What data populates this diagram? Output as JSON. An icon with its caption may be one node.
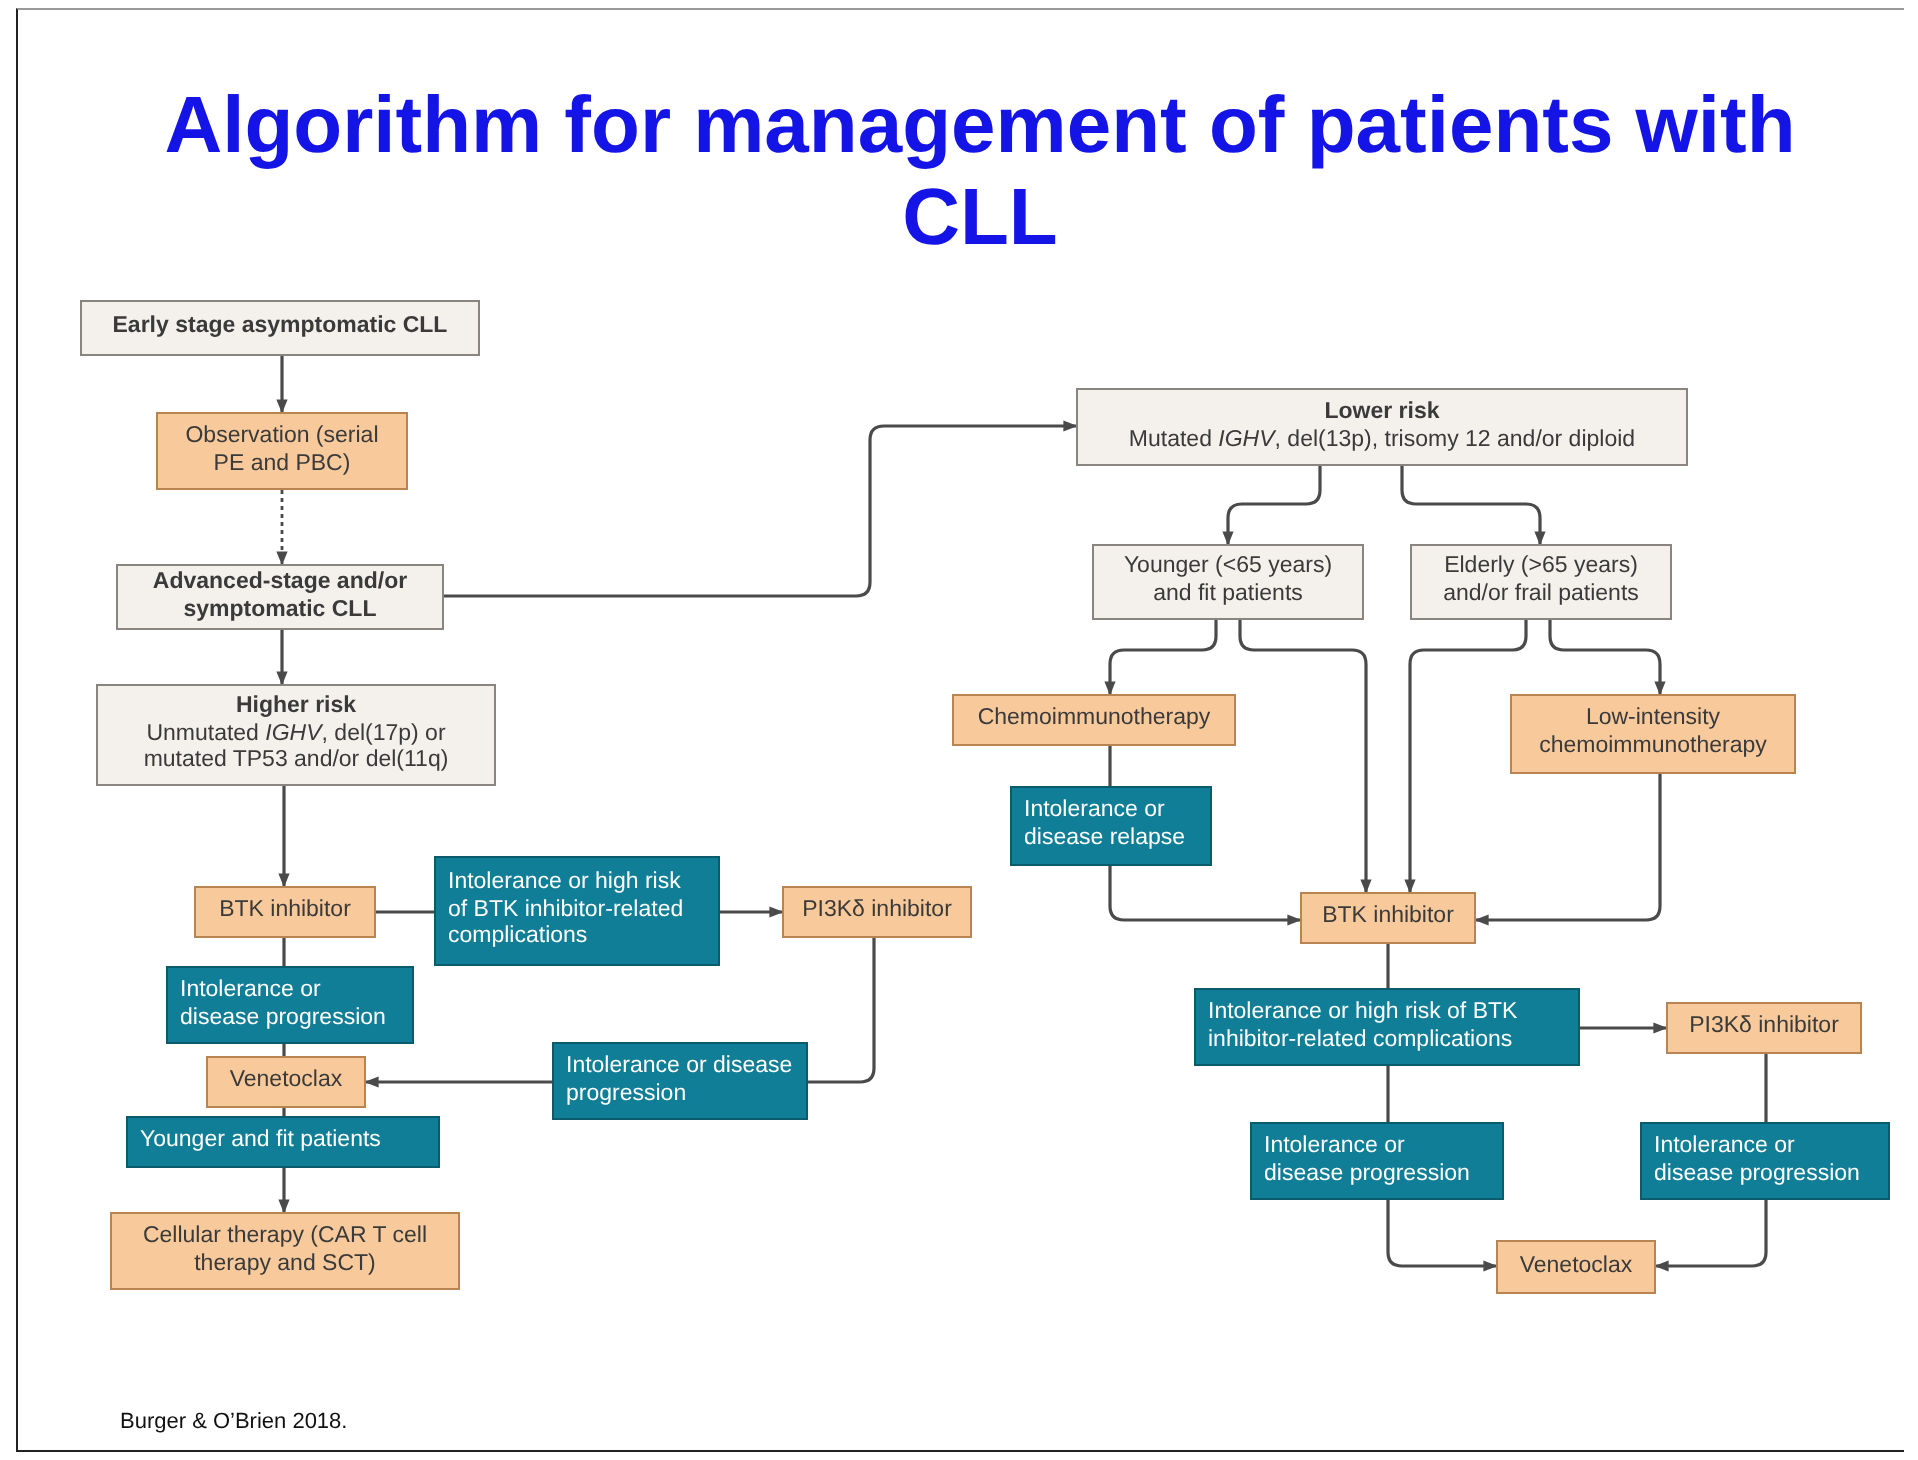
{
  "diagram": {
    "title": "Algorithm for management of patients with CLL",
    "nodes": [
      {
        "text": [
          "Early stage asymptomatic CLL"
        ]
      },
      {
        "text": [
          "Observation (serial PE and PBC)"
        ]
      },
      {
        "text": [
          "Advanced-stage and/or symptomatic CLL"
        ]
      },
      {
        "text": [
          "Higher risk",
          "Unmutated *IGHV*, del(17p) or mutated TP53 and/or del(11q)"
        ]
      },
      {
        "text": [
          "Lower risk",
          "Mutated *IGHV*, del(13p), trisomy 12 and/or diploid"
        ]
      },
      {
        "text": [
          "Younger (<65 years) and fit patients"
        ]
      },
      {
        "text": [
          "Elderly (>65 years) and/or frail patients"
        ]
      },
      {
        "text": [
          "Chemoimmunotherapy"
        ]
      },
      {
        "text": [
          "Low-intensity chemoimmunotherapy"
        ]
      },
      {
        "text": [
          "Intolerance or disease relapse"
        ]
      },
      {
        "text": [
          "BTK inhibitor"
        ]
      },
      {
        "text": [
          "Intolerance or high risk of BTK inhibitor-related complications"
        ]
      },
      {
        "text": [
          "PI3Kδ inhibitor"
        ]
      },
      {
        "text": [
          "BTK inhibitor"
        ]
      },
      {
        "text": [
          "Intolerance or disease progression"
        ]
      },
      {
        "text": [
          "Intolerance or disease progression"
        ]
      },
      {
        "text": [
          "Venetoclax"
        ]
      },
      {
        "text": [
          "Intolerance or high risk of BTK inhibitor-related complications"
        ]
      },
      {
        "text": [
          "PI3Kδ inhibitor"
        ]
      },
      {
        "text": [
          "Younger and fit patients"
        ]
      },
      {
        "text": [
          "Intolerance or disease progression"
        ]
      },
      {
        "text": [
          "Intolerance or disease progression"
        ]
      },
      {
        "text": [
          "Cellular therapy (CAR T cell therapy and SCT)"
        ]
      },
      {
        "text": [
          "Venetoclax"
        ]
      }
    ],
    "edges": [
      {
        "from": 0,
        "to": 1,
        "arrow": "to"
      },
      {
        "from": 1,
        "to": 2,
        "arrow": "to",
        "style": "dashed"
      },
      {
        "from": 2,
        "to": 4,
        "arrow": "to"
      },
      {
        "from": 2,
        "to": 3,
        "arrow": "to"
      },
      {
        "from": 3,
        "to": 10,
        "arrow": "to"
      },
      {
        "from": 4,
        "to": 5,
        "arrow": "to"
      },
      {
        "from": 4,
        "to": 6,
        "arrow": "to"
      },
      {
        "from": 5,
        "to": 7,
        "arrow": "to"
      },
      {
        "from": 5,
        "to": 13,
        "arrow": "to"
      },
      {
        "from": 6,
        "to": 13,
        "arrow": "to"
      },
      {
        "from": 6,
        "to": 8,
        "arrow": "to"
      },
      {
        "from": 7,
        "to": 9,
        "arrow": "none"
      },
      {
        "from": 9,
        "to": 13,
        "arrow": "to"
      },
      {
        "from": 8,
        "to": 13,
        "arrow": "to"
      },
      {
        "from": 10,
        "to": 11,
        "arrow": "none"
      },
      {
        "from": 11,
        "to": 12,
        "arrow": "to"
      },
      {
        "from": 10,
        "to": 14,
        "arrow": "none"
      },
      {
        "from": 14,
        "to": 16,
        "arrow": "none"
      },
      {
        "from": 12,
        "to": 15,
        "arrow": "none"
      },
      {
        "from": 15,
        "to": 16,
        "arrow": "to"
      },
      {
        "from": 16,
        "to": 19,
        "arrow": "none"
      },
      {
        "from": 19,
        "to": 22,
        "arrow": "to"
      },
      {
        "from": 13,
        "to": 17,
        "arrow": "none"
      },
      {
        "from": 17,
        "to": 18,
        "arrow": "to"
      },
      {
        "from": 17,
        "to": 20,
        "arrow": "none"
      },
      {
        "from": 20,
        "to": 23,
        "arrow": "to"
      },
      {
        "from": 18,
        "to": 21,
        "arrow": "none"
      },
      {
        "from": 21,
        "to": 23,
        "arrow": "to"
      }
    ],
    "labels": [
      "Burger & O’Brien 2018."
    ]
  }
}
